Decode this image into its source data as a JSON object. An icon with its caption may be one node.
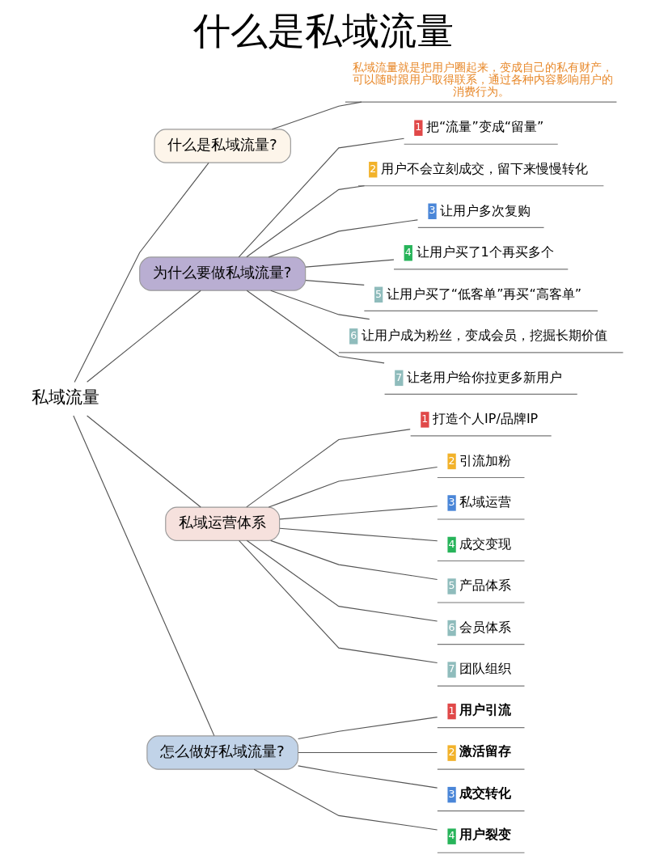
{
  "diagram": {
    "title": "什么是私域流量",
    "nodes": [
      {
        "text": [
          "私域流量"
        ]
      },
      {
        "text": [
          "什么是私域流量?"
        ]
      },
      {
        "text": [
          "私域流量就是把用户圈起来，变成自己的私有财产，可以随时跟用户取得联系，通过各种内容影响用户的消费行为。"
        ]
      },
      {
        "text": [
          "为什么要做私域流量?"
        ]
      },
      {
        "text": [
          "1",
          "把“流量”变成“留量”"
        ]
      },
      {
        "text": [
          "2",
          "用户不会立刻成交，留下来慢慢转化"
        ]
      },
      {
        "text": [
          "3",
          "让用户多次复购"
        ]
      },
      {
        "text": [
          "4",
          "让用户买了1个再买多个"
        ]
      },
      {
        "text": [
          "5",
          "让用户买了“低客单”再买“高客单”"
        ]
      },
      {
        "text": [
          "6",
          "让用户成为粉丝，变成会员，挖掘长期价值"
        ]
      },
      {
        "text": [
          "7",
          "让老用户给你拉更多新用户"
        ]
      },
      {
        "text": [
          "私域运营体系"
        ]
      },
      {
        "text": [
          "1",
          "打造个人IP/品牌IP"
        ]
      },
      {
        "text": [
          "2",
          "引流加粉"
        ]
      },
      {
        "text": [
          "3",
          "私域运营"
        ]
      },
      {
        "text": [
          "4",
          "成交变现"
        ]
      },
      {
        "text": [
          "5",
          "产品体系"
        ]
      },
      {
        "text": [
          "6",
          "会员体系"
        ]
      },
      {
        "text": [
          "7",
          "团队组织"
        ]
      },
      {
        "text": [
          "怎么做好私域流量?"
        ]
      },
      {
        "text": [
          "1",
          "用户引流"
        ]
      },
      {
        "text": [
          "2",
          "激活留存"
        ]
      },
      {
        "text": [
          "3",
          "成交转化"
        ]
      },
      {
        "text": [
          "4",
          "用户裂变"
        ]
      }
    ],
    "edges": [
      {
        "from": 0,
        "to": 1,
        "arrow": "none"
      },
      {
        "from": 1,
        "to": 2,
        "arrow": "none"
      },
      {
        "from": 0,
        "to": 3,
        "arrow": "none"
      },
      {
        "from": 3,
        "to": 4,
        "arrow": "none"
      },
      {
        "from": 3,
        "to": 5,
        "arrow": "none"
      },
      {
        "from": 3,
        "to": 6,
        "arrow": "none"
      },
      {
        "from": 3,
        "to": 7,
        "arrow": "none"
      },
      {
        "from": 3,
        "to": 8,
        "arrow": "none"
      },
      {
        "from": 3,
        "to": 9,
        "arrow": "none"
      },
      {
        "from": 3,
        "to": 10,
        "arrow": "none"
      },
      {
        "from": 0,
        "to": 11,
        "arrow": "none"
      },
      {
        "from": 11,
        "to": 12,
        "arrow": "none"
      },
      {
        "from": 11,
        "to": 13,
        "arrow": "none"
      },
      {
        "from": 11,
        "to": 14,
        "arrow": "none"
      },
      {
        "from": 11,
        "to": 15,
        "arrow": "none"
      },
      {
        "from": 11,
        "to": 16,
        "arrow": "none"
      },
      {
        "from": 11,
        "to": 17,
        "arrow": "none"
      },
      {
        "from": 11,
        "to": 18,
        "arrow": "none"
      },
      {
        "from": 0,
        "to": 19,
        "arrow": "none"
      },
      {
        "from": 19,
        "to": 20,
        "arrow": "none"
      },
      {
        "from": 19,
        "to": 21,
        "arrow": "none"
      },
      {
        "from": 19,
        "to": 22,
        "arrow": "none"
      },
      {
        "from": 19,
        "to": 23,
        "arrow": "none"
      }
    ]
  }
}
